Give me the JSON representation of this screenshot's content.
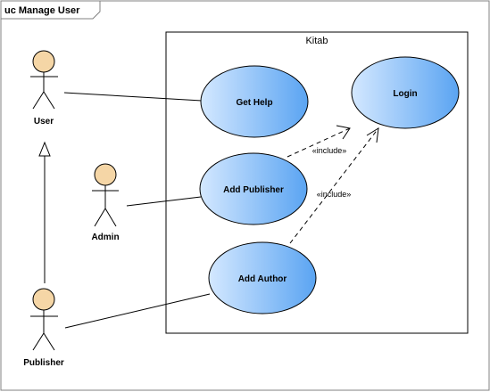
{
  "diagram": {
    "frame_label": "uc Manage User",
    "boundary_title": "Kitab",
    "actors": {
      "user": "User",
      "admin": "Admin",
      "publisher": "Publisher"
    },
    "use_cases": {
      "get_help": "Get Help",
      "login": "Login",
      "add_publisher": "Add Publisher",
      "add_author": "Add Author"
    },
    "stereotypes": {
      "include_1": "«include»",
      "include_2": "«include»"
    }
  },
  "colors": {
    "actor_fill": "#F5D6A6",
    "usecase_fill_light": "#D4E8FF",
    "usecase_fill_dark": "#5AA4F2",
    "line": "#000000"
  }
}
